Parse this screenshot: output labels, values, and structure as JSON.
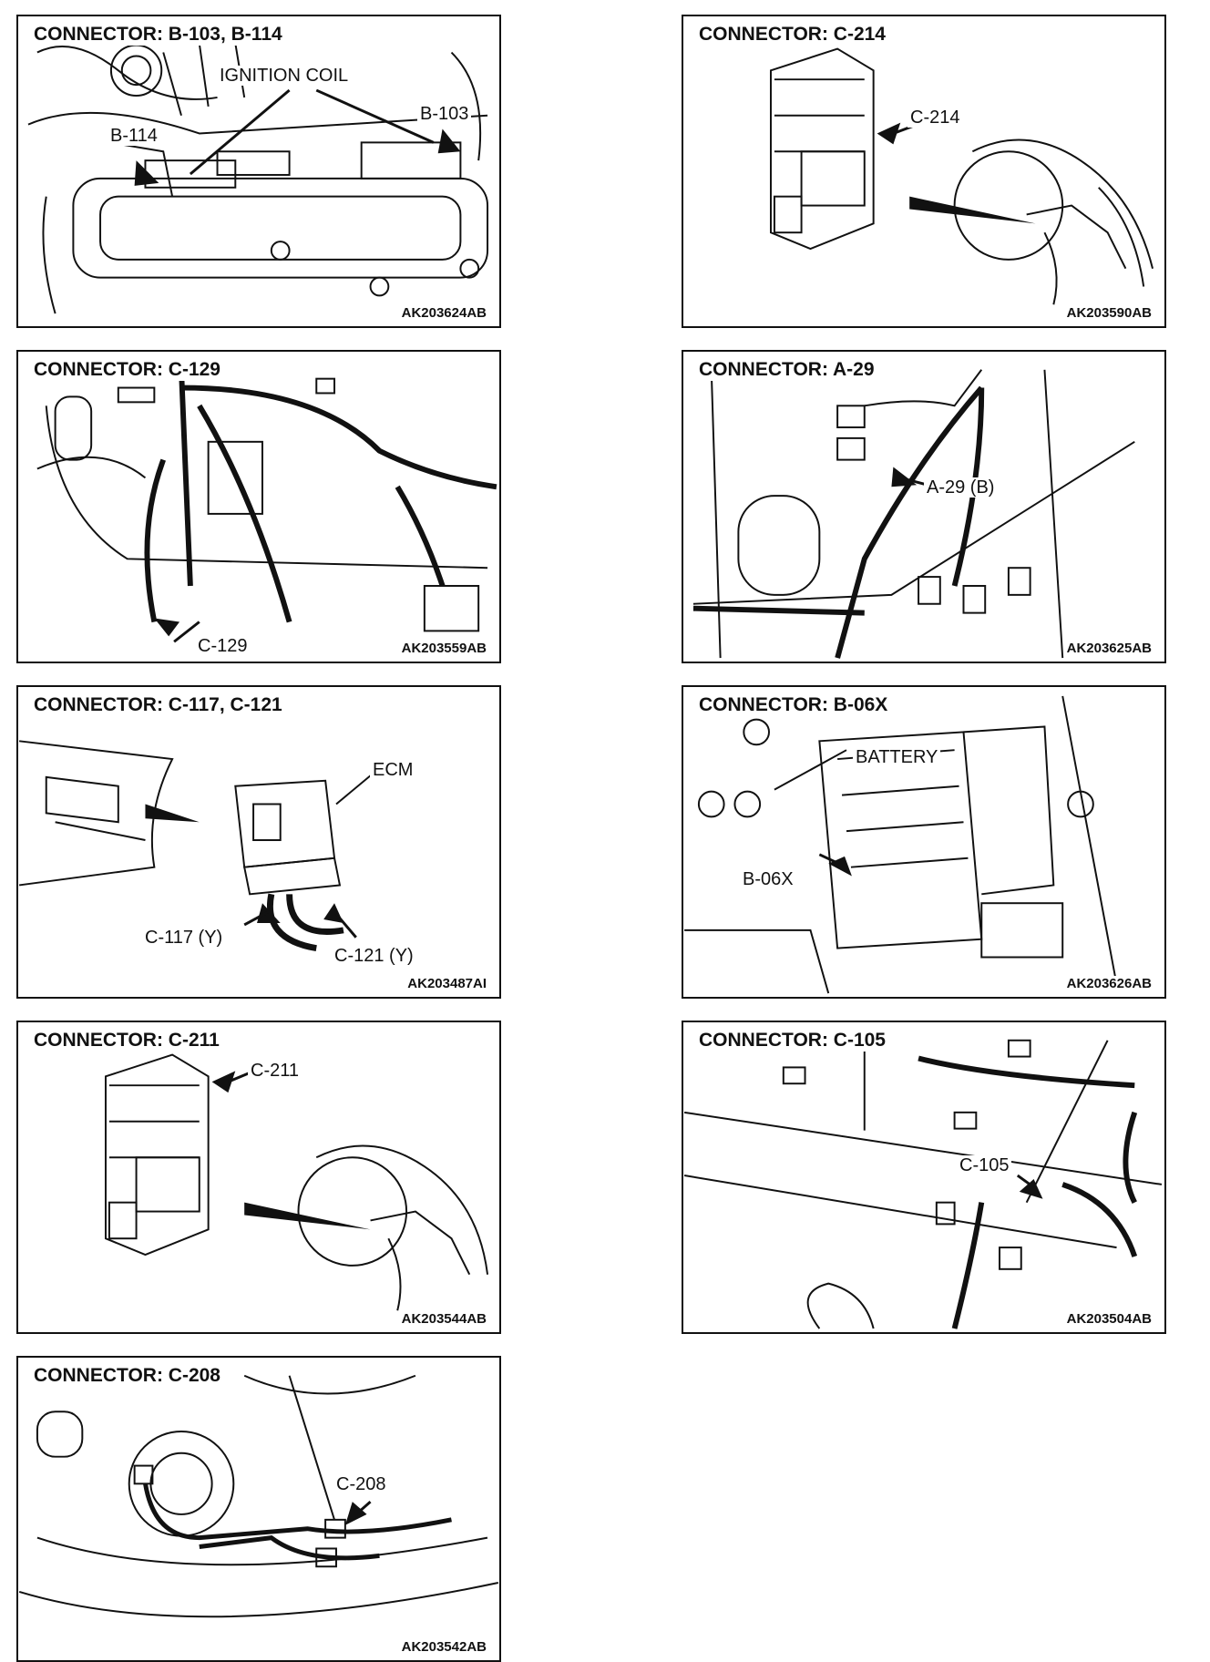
{
  "panels": {
    "p1": {
      "title": "CONNECTOR: B-103, B-114",
      "code": "AK203624AB",
      "labels": [
        "IGNITION COIL",
        "B-103",
        "B-114"
      ]
    },
    "p2": {
      "title": "CONNECTOR: C-214",
      "code": "AK203590AB",
      "labels": [
        "C-214"
      ]
    },
    "p3": {
      "title": "CONNECTOR: C-129",
      "code": "AK203559AB",
      "labels": [
        "C-129"
      ]
    },
    "p4": {
      "title": "CONNECTOR: A-29",
      "code": "AK203625AB",
      "labels": [
        "A-29 (B)"
      ]
    },
    "p5": {
      "title": "CONNECTOR: C-117, C-121",
      "code": "AK203487AI",
      "labels": [
        "ECM",
        "C-117 (Y)",
        "C-121 (Y)"
      ]
    },
    "p6": {
      "title": "CONNECTOR: B-06X",
      "code": "AK203626AB",
      "labels": [
        "BATTERY",
        "B-06X"
      ]
    },
    "p7": {
      "title": "CONNECTOR: C-211",
      "code": "AK203544AB",
      "labels": [
        "C-211"
      ]
    },
    "p8": {
      "title": "CONNECTOR: C-105",
      "code": "AK203504AB",
      "labels": [
        "C-105"
      ]
    },
    "p9": {
      "title": "CONNECTOR: C-208",
      "code": "AK203542AB",
      "labels": [
        "C-208"
      ]
    }
  }
}
